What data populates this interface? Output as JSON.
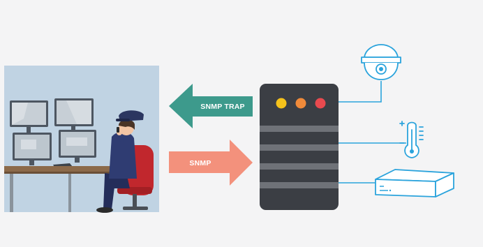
{
  "arrows": {
    "trap_label": "SNMP TRAP",
    "snmp_label": "SNMP"
  },
  "colors": {
    "background": "#f4f4f5",
    "scene_background": "#bdd0e1",
    "trap_arrow": "#3d9a8c",
    "snmp_arrow": "#f3917c",
    "server_body": "#3b3e44",
    "server_slots": "#6f7278",
    "led_yellow": "#f5c21b",
    "led_orange": "#f08a3a",
    "led_red": "#e84a4f",
    "device_line": "#2aa3dc"
  },
  "icons": {
    "operator_scene": "security-operator-illustration",
    "server": "server-icon",
    "camera": "dome-camera-icon",
    "thermometer": "thermometer-icon",
    "recorder": "network-recorder-icon"
  }
}
